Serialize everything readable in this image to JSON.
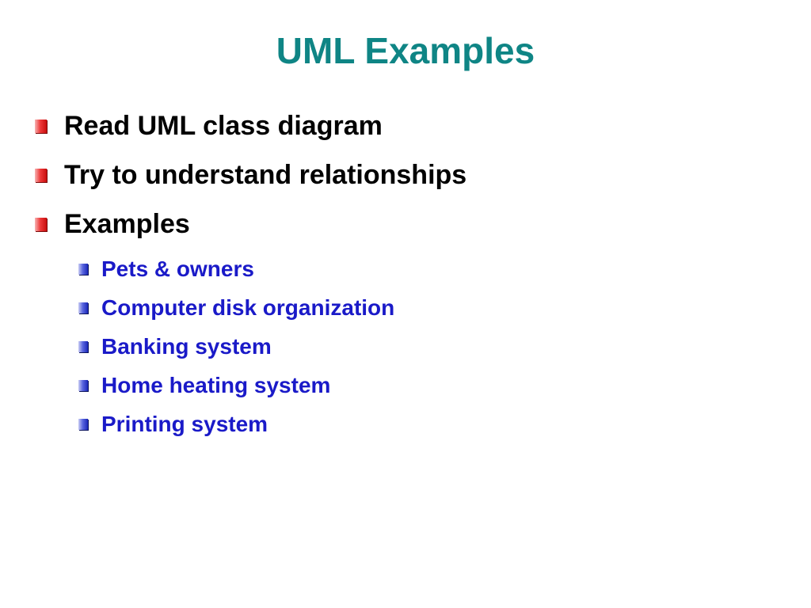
{
  "slide": {
    "title": "UML Examples",
    "bullets": [
      {
        "text": "Read UML class diagram",
        "level": 1
      },
      {
        "text": "Try to understand relationships",
        "level": 1
      },
      {
        "text": "Examples",
        "level": 1
      },
      {
        "text": "Pets & owners",
        "level": 2
      },
      {
        "text": "Computer disk organization",
        "level": 2
      },
      {
        "text": "Banking system",
        "level": 2
      },
      {
        "text": "Home heating system",
        "level": 2
      },
      {
        "text": "Printing system",
        "level": 2
      }
    ]
  },
  "colors": {
    "title": "#0f8585",
    "level1_text": "#000000",
    "level1_bullet": "#e02020",
    "level2_text": "#1a1ac8",
    "level2_bullet": "#2a3acc"
  },
  "icons": {
    "level1_bullet": "red-square-bullet-icon",
    "level2_bullet": "blue-square-bullet-icon"
  }
}
